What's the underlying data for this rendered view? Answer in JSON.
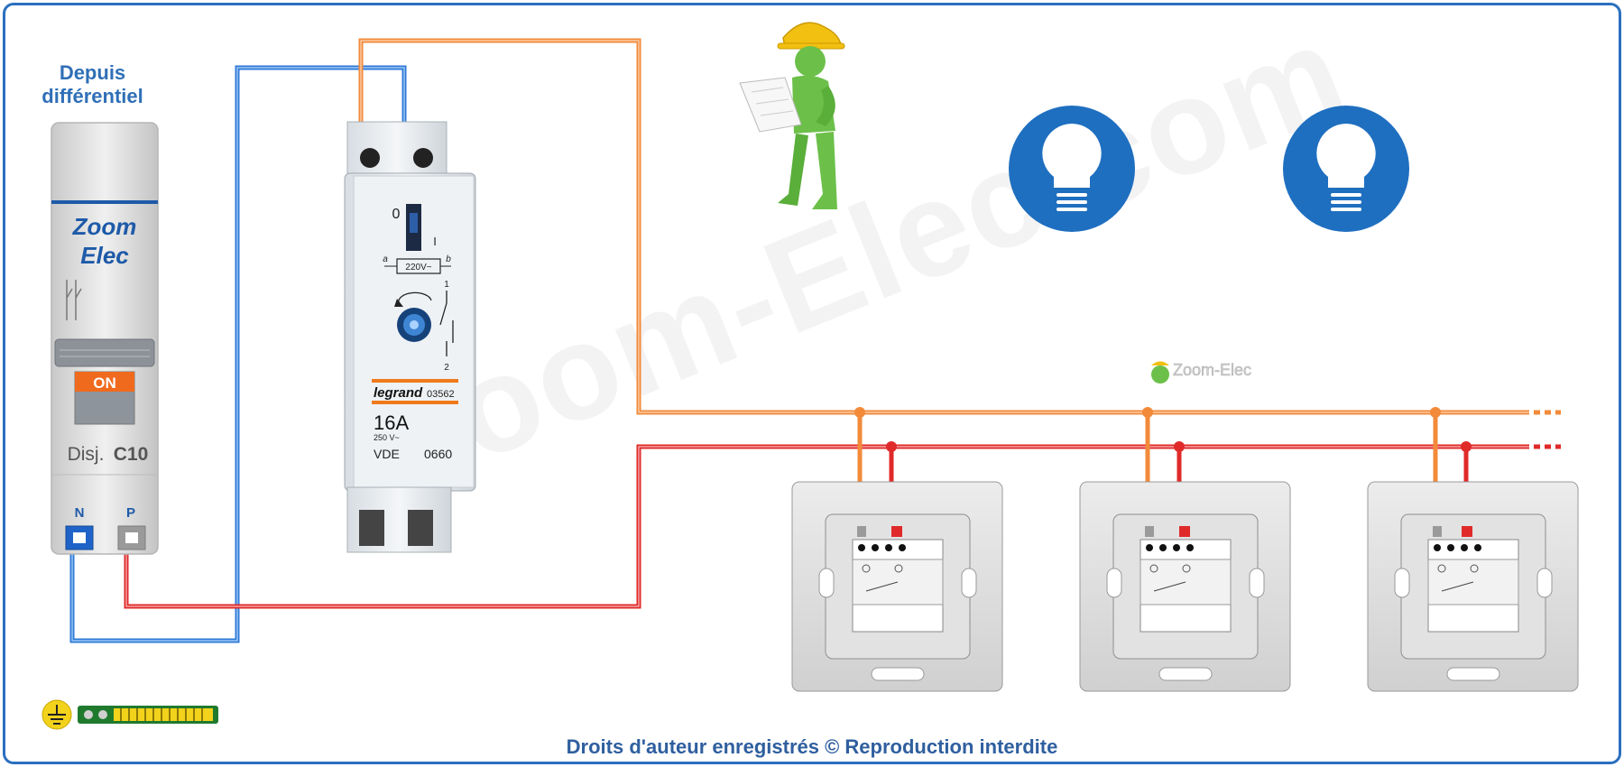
{
  "source_label": [
    "Depuis",
    "différentiel"
  ],
  "breaker": {
    "brand_line1": "Zoom",
    "brand_line2": "Elec",
    "state": "ON",
    "rating_prefix": "Disj.",
    "rating": "C10",
    "terminal_n": "N",
    "terminal_p": "P"
  },
  "relay": {
    "pos_off": "0",
    "pos_on": "I",
    "coil_voltage": "220V~",
    "term_a": "a",
    "term_b": "b",
    "term_1": "1",
    "term_2": "2",
    "brand": "legrand",
    "ref": "03562",
    "current": "16A",
    "voltage": "250 V~",
    "cert": "VDE",
    "code": "0660"
  },
  "logo_small": "Zoom-Elec",
  "watermark": "Zoom-Elec.com",
  "copyright": "Droits d'auteur enregistrés © Reproduction interdite",
  "colors": {
    "neutral": "#2f7ad8",
    "phase": "#e02a2a",
    "return": "#f28a3a",
    "frame": "#2a6fbf",
    "lamp": "#1f6fc0",
    "figure": "#6cc04a",
    "helmet": "#f2c011"
  },
  "icons": [
    "lamp-icon",
    "earth-icon",
    "worker-figure",
    "pushbutton-icon"
  ]
}
